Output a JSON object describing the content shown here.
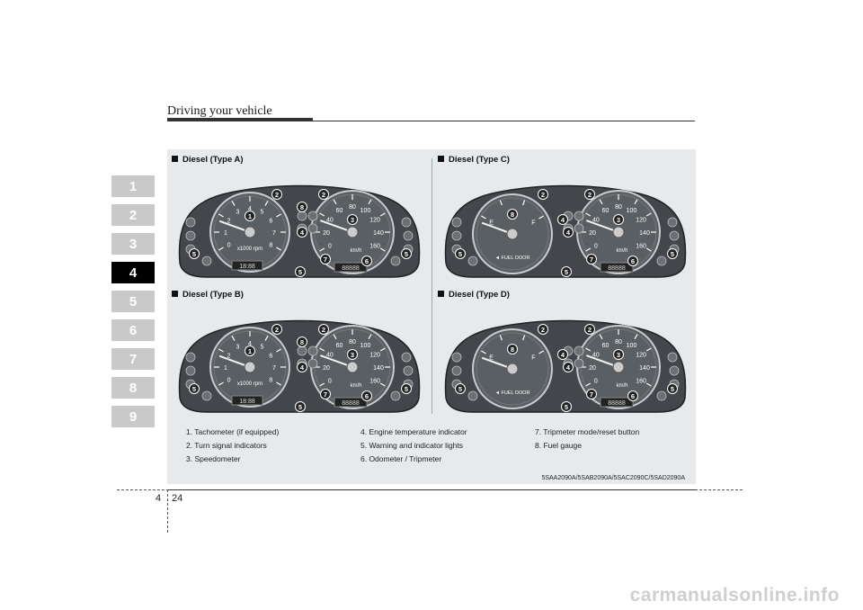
{
  "header": {
    "title": "Driving your vehicle"
  },
  "tabs": [
    "1",
    "2",
    "3",
    "4",
    "5",
    "6",
    "7",
    "8",
    "9"
  ],
  "active_tab": "4",
  "sections": [
    {
      "label": "Diesel (Type A)"
    },
    {
      "label": "Diesel (Type C)"
    },
    {
      "label": "Diesel (Type B)"
    },
    {
      "label": "Diesel (Type D)"
    }
  ],
  "gauge_text": {
    "tach_unit": "x1000 rpm",
    "speed_unit": "km/h",
    "fuel_door": "◄ FUEL DOOR",
    "odometer": "88888",
    "tripmeter": "18:88"
  },
  "legend": {
    "col1": [
      "1. Tachometer (if equipped)",
      "2. Turn signal indicators",
      "3. Speedometer"
    ],
    "col2": [
      "4. Engine temperature indicator",
      "5. Warning and indicator lights",
      "6. Odometer / Tripmeter"
    ],
    "col3": [
      "7. Tripmeter mode/reset button",
      "8. Fuel gauge"
    ]
  },
  "code": "5SAA2090A/5SAB2090A/5SAC2090C/5SAD2090A",
  "footer": {
    "chapter": "4",
    "page": "24"
  },
  "watermark": "carmanualsonline.info",
  "colors": {
    "accent": "#000000",
    "tab_inactive": "#c9c9c9",
    "panel_bg": "#e6eaec",
    "cluster_dark": "#4a4e52"
  }
}
